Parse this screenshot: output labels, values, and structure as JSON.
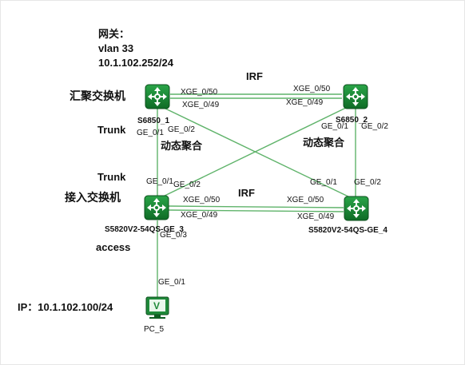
{
  "colors": {
    "switch_fill": "#1f8a3a",
    "switch_dark": "#0f5e22",
    "link": "#5fb36a",
    "pc_fill": "#1f8a3a",
    "text": "#111111"
  },
  "gateway": {
    "title": "网关：",
    "vlan": "vlan 33",
    "ip": "10.1.102.252/24"
  },
  "labels": {
    "aggregation_switch": "汇聚交换机",
    "access_switch": "接入交换机",
    "irf_top": "IRF",
    "irf_bottom": "IRF",
    "trunk_top": "Trunk",
    "trunk_bottom": "Trunk",
    "dynamic_agg_left": "动态聚合",
    "dynamic_agg_right": "动态聚合",
    "access_mode": "access",
    "pc_ip": "IP：10.1.102.100/24"
  },
  "devices": {
    "s1": {
      "name": "S6850_1",
      "icon": "switch-icon"
    },
    "s2": {
      "name": "S6850_2",
      "icon": "switch-icon"
    },
    "s3": {
      "name": "S5820V2-54QS-GE_3",
      "icon": "switch-icon"
    },
    "s4": {
      "name": "S5820V2-54QS-GE_4",
      "icon": "switch-icon"
    },
    "pc": {
      "name": "PC_5",
      "icon": "pc-icon"
    }
  },
  "ports": {
    "s1_xge50": "XGE_0/50",
    "s1_xge49": "XGE_0/49",
    "s2_xge50": "XGE_0/50",
    "s2_xge49": "XGE_0/49",
    "s1_ge01": "GE_0/1",
    "s1_ge02": "GE_0/2",
    "s2_ge01": "GE_0/1",
    "s2_ge02": "GE_0/2",
    "s3_ge01": "GE_0/1",
    "s3_ge02": "GE_0/2",
    "s3_xge50": "XGE_0/50",
    "s3_xge49": "XGE_0/49",
    "s4_ge01": "GE_0/1",
    "s4_ge02": "GE_0/2",
    "s4_xge50": "XGE_0/50",
    "s4_xge49": "XGE_0/49",
    "s3_ge03": "GE_0/3",
    "pc_ge01": "GE_0/1"
  }
}
